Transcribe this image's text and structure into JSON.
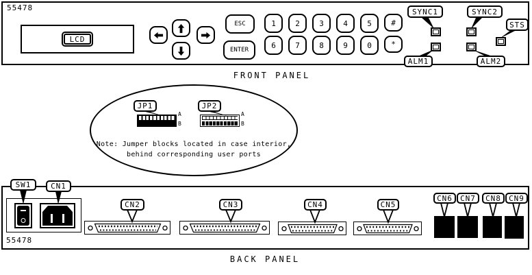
{
  "front": {
    "part_number": "55478",
    "caption": "FRONT PANEL",
    "lcd_label": "LCD",
    "keys": {
      "esc": "ESC",
      "enter": "ENTER",
      "row1": [
        "1",
        "2",
        "3",
        "4",
        "5"
      ],
      "row2": [
        "6",
        "7",
        "8",
        "9",
        "0"
      ],
      "hash": "#",
      "star": "*"
    },
    "indicators": {
      "sync1": "SYNC1",
      "sync2": "SYNC2",
      "sts": "STS",
      "alm1": "ALM1",
      "alm2": "ALM2"
    }
  },
  "interior": {
    "jp1": "JP1",
    "jp2": "JP2",
    "row_a": "A",
    "row_b": "B",
    "note_line1": "Note: Jumper blocks located in case interior,",
    "note_line2": "behind corresponding user ports"
  },
  "back": {
    "part_number": "55478",
    "caption": "BACK PANEL",
    "connectors": {
      "sw1": "SW1",
      "cn1": "CN1",
      "cn2": "CN2",
      "cn3": "CN3",
      "cn4": "CN4",
      "cn5": "CN5",
      "cn6": "CN6",
      "cn7": "CN7",
      "cn8": "CN8",
      "cn9": "CN9"
    }
  },
  "colors": {
    "line": "#000000",
    "background": "#ffffff"
  }
}
